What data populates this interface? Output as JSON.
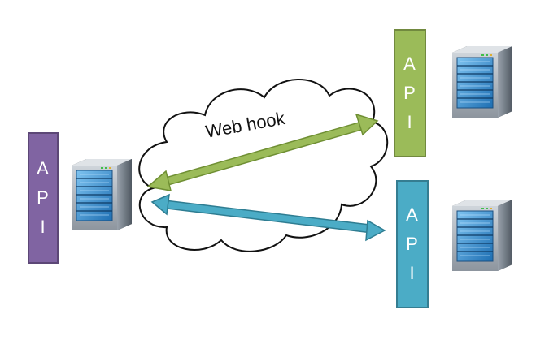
{
  "api_left": {
    "letters": [
      "A",
      "P",
      "I"
    ]
  },
  "api_top": {
    "letters": [
      "A",
      "P",
      "I"
    ]
  },
  "api_bottom": {
    "letters": [
      "A",
      "P",
      "I"
    ]
  },
  "webhook_label": "Web hook",
  "colors": {
    "api_left": "#8064a2",
    "api_top": "#9bbb59",
    "api_bottom": "#4bacc6",
    "webhook_arrow": "#8db04a",
    "api_arrow": "#3d9bb3"
  },
  "icons": [
    "server-icon",
    "cloud-icon"
  ]
}
